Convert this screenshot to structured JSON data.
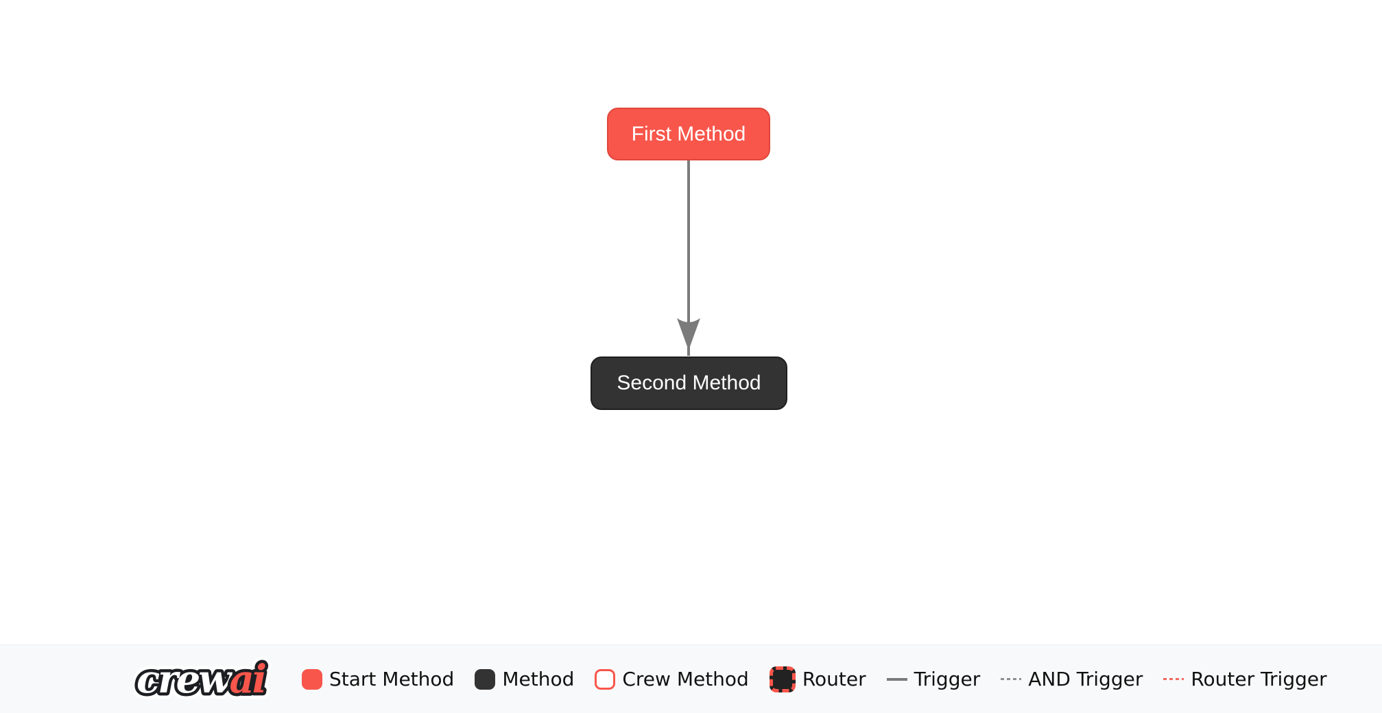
{
  "canvas": {
    "nodes": [
      {
        "id": "first_method",
        "label": "First Method",
        "type": "start-method"
      },
      {
        "id": "second_method",
        "label": "Second Method",
        "type": "method"
      }
    ],
    "edges": [
      {
        "from": "first_method",
        "to": "second_method",
        "type": "trigger"
      }
    ]
  },
  "legend": {
    "logo": {
      "part1": "crew",
      "part2": "ai"
    },
    "items": [
      {
        "label": "Start Method",
        "swatch": "start-method-box"
      },
      {
        "label": "Method",
        "swatch": "method-box"
      },
      {
        "label": "Crew Method",
        "swatch": "crew-method-box"
      },
      {
        "label": "Router",
        "swatch": "router-box"
      },
      {
        "label": "Trigger",
        "swatch": "solid-gray-line"
      },
      {
        "label": "AND Trigger",
        "swatch": "dashed-gray-line"
      },
      {
        "label": "Router Trigger",
        "swatch": "dashed-red-line"
      }
    ]
  },
  "colors": {
    "brand-red": "#f8564b",
    "start-border": "#e0463c",
    "node-dark": "#333333",
    "node-dark-border": "#1e1e1e",
    "edge-gray": "#7b7b7b",
    "dash-gray": "#8f8f8f",
    "dash-red": "#f4695f",
    "legend-bg": "#f8f9fa",
    "text-dark": "#111111",
    "logo-outline": "#1d1e22"
  }
}
